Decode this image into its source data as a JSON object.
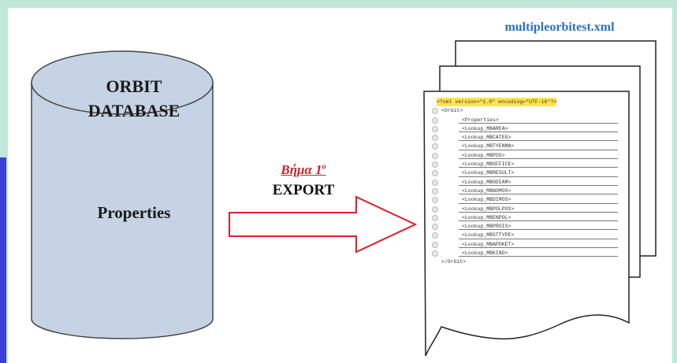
{
  "colors": {
    "background_border": "#bfe8d8",
    "left_accent": "#3b3fd2",
    "cylinder_fill": "#c5d3e4",
    "arrow_stroke": "#e0202a",
    "file_title": "#2a70c6",
    "step_label": "#c0272d",
    "xml_highlight": "#ffe54a"
  },
  "database": {
    "title_line1": "ORBIT",
    "title_line2": "DATABASE",
    "content": "Properties"
  },
  "step": {
    "label": "Βήμα 1",
    "superscript": "ο",
    "action": "EXPORT"
  },
  "file": {
    "name": "multipleorbitest.xml",
    "lines": [
      "<?xml version=\"1.0\" encoding=\"UTF-16\"?>",
      "<Orbit>",
      "<Properties>",
      "<Lookup_MBAREA>",
      "<Lookup_MBCATEG>",
      "<Lookup_MBTYENMA>",
      "<Lookup_MBPOS>",
      "<Lookup_MBOFFICE>",
      "<Lookup_MBRESULT>",
      "<Lookup_MBODIAM>",
      "<Lookup_MBNOMOS>",
      "<Lookup_MBDIMOS>",
      "<Lookup_MBPOLPOS>",
      "<Lookup_MBENPOL>",
      "<Lookup_MBPROIS>",
      "<Lookup_MBSTTYPE>",
      "<Lookup_MBAPOKET>",
      "<Lookup_MBKIND>",
      "</Orbit>"
    ]
  }
}
